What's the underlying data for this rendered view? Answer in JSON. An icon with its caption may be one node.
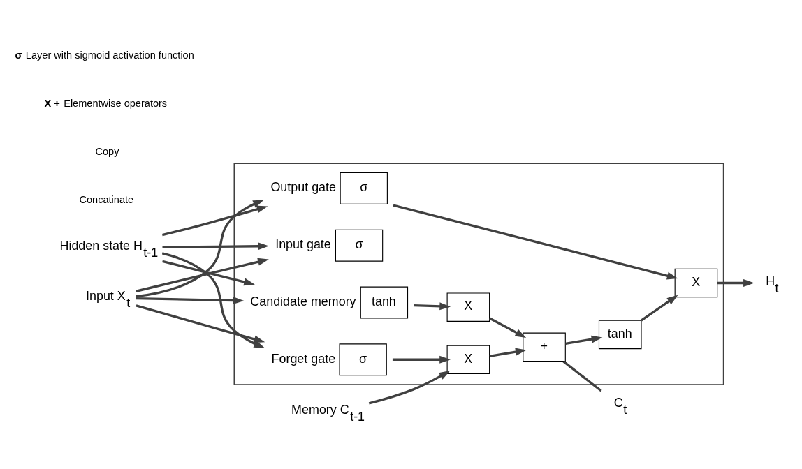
{
  "diagram": {
    "nodes": [
      {
        "text": [],
        "shape": "box"
      },
      {
        "text": [
          "Memory C$_{t-1}$"
        ]
      },
      {
        "text": [
          "X"
        ],
        "in": 0
      },
      {
        "text": [
          "+"
        ],
        "in": 0
      },
      {
        "text": [
          "tanh"
        ],
        "in": 0
      },
      {
        "text": [
          "X"
        ],
        "in": 0
      },
      {
        "text": [
          "X"
        ],
        "in": 0
      },
      {
        "text": [
          "σ"
        ],
        "in": 0,
        "beside": [
          "Forget gate"
        ]
      },
      {
        "text": [
          "σ"
        ],
        "in": 0,
        "beside": [
          "Input gate"
        ]
      },
      {
        "text": [
          "tanh"
        ],
        "in": 0,
        "beside": [
          "Candidate memory"
        ]
      },
      {
        "text": [
          "σ"
        ],
        "in": 0,
        "beside": [
          "Output gate"
        ]
      },
      {
        "text": [
          "C$_{t}$"
        ]
      },
      {
        "text": [
          "Hidden state H$_{t-1}$"
        ]
      },
      {
        "text": [
          "H$_{t}$"
        ]
      },
      {
        "text": [
          "Input X$_{t}$"
        ]
      }
    ],
    "edges": [
      {
        "from": 1,
        "to": 2,
        "arrow": "to"
      },
      {
        "from": 2,
        "to": 3,
        "arrow": "to"
      },
      {
        "from": 3,
        "to": 11,
        "arrow": "none"
      },
      {
        "from": 3,
        "to": 4,
        "arrow": "to"
      },
      {
        "from": 4,
        "to": 6,
        "arrow": "to"
      },
      {
        "from": 6,
        "to": 13,
        "arrow": "to"
      },
      {
        "from": 7,
        "to": 2,
        "arrow": "to"
      },
      {
        "from": 9,
        "to": 5,
        "arrow": "to"
      },
      {
        "from": 5,
        "to": 3,
        "arrow": "to"
      },
      {
        "from": 10,
        "to": 6,
        "arrow": "to"
      },
      {
        "from": 12,
        "to": 7,
        "arrow": "to"
      },
      {
        "from": 12,
        "to": 8,
        "arrow": "to"
      },
      {
        "from": 12,
        "to": 9,
        "arrow": "to"
      },
      {
        "from": 12,
        "to": 10,
        "arrow": "to"
      },
      {
        "from": 14,
        "to": 7,
        "arrow": "to"
      },
      {
        "from": 14,
        "to": 8,
        "arrow": "to"
      },
      {
        "from": 14,
        "to": 9,
        "arrow": "to"
      },
      {
        "from": 14,
        "to": 10,
        "arrow": "to"
      }
    ],
    "legend": [
      {
        "text": "**σ** Layer with sigmoid activation function"
      },
      {
        "text": "**X +** Elementwise operators"
      },
      {
        "text": "Copy"
      },
      {
        "text": "Concatinate"
      }
    ]
  }
}
